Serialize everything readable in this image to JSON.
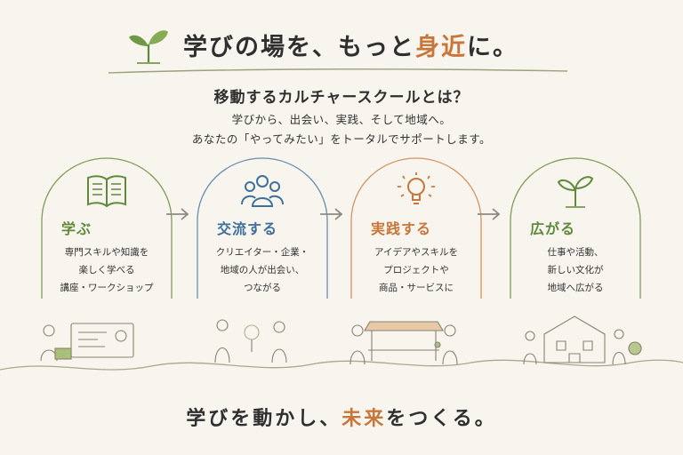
{
  "header": {
    "title_main": "学びの場を、もっと",
    "title_accent": "身近",
    "title_end": "に。",
    "subtitle": "移動するカルチャースクールとは？",
    "lead_line1": "学びから、出会い、実践、そして地域へ。",
    "lead_line2": "あなたの「やってみたい」をトータルでサポートします。"
  },
  "steps": [
    {
      "title": "学ぶ",
      "icon": "book-icon",
      "color": "#5f8a3a",
      "desc": [
        "専門スキルや知識を",
        "楽しく学べる",
        "講座・ワークショップ"
      ]
    },
    {
      "title": "交流する",
      "icon": "people-icon",
      "color": "#3f6f9a",
      "desc": [
        "クリエイター・企業・",
        "地域の人が出会い、",
        "つながる"
      ]
    },
    {
      "title": "実践する",
      "icon": "lightbulb-icon",
      "color": "#c8763a",
      "desc": [
        "アイデアやスキルを",
        "プロジェクトや",
        "商品・サービスに"
      ]
    },
    {
      "title": "広がる",
      "icon": "sprout-icon",
      "color": "#5f8a3a",
      "desc": [
        "仕事や活動、",
        "新しい文化が",
        "地域へ広がる"
      ]
    }
  ],
  "tagline": {
    "main": "学びを動かし、",
    "accent": "未来",
    "end": "をつくる。"
  },
  "colors": {
    "accent": "#c8763a",
    "green": "#5f8a3a",
    "blue": "#3f6f9a",
    "background": "#f8f5ef"
  }
}
